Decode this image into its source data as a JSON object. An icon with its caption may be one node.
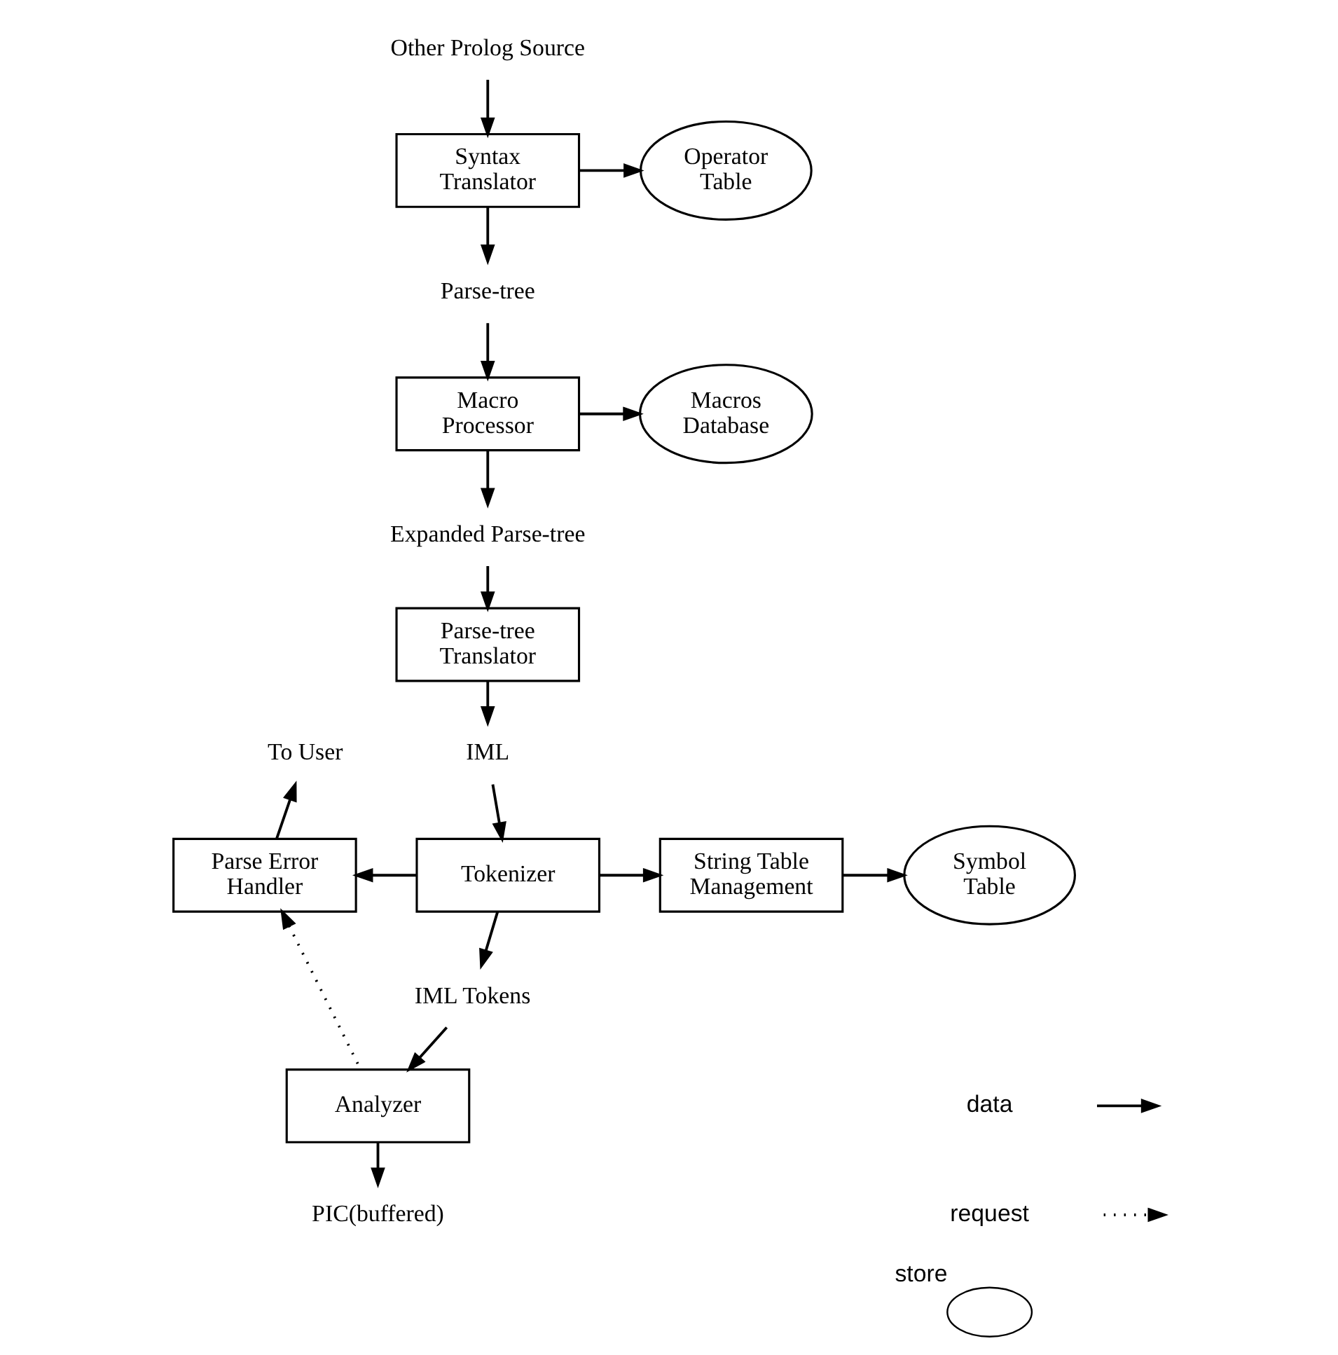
{
  "diagram": {
    "nodes": [
      {
        "text": [
          "Other Prolog Source"
        ]
      },
      {
        "text": [
          "Syntax Translator"
        ]
      },
      {
        "text": [
          "Operator Table"
        ]
      },
      {
        "text": [
          "Parse-tree"
        ]
      },
      {
        "text": [
          "Macro Processor"
        ]
      },
      {
        "text": [
          "Macros Database"
        ]
      },
      {
        "text": [
          "Expanded Parse-tree"
        ]
      },
      {
        "text": [
          "Parse-tree Translator"
        ]
      },
      {
        "text": [
          "IML"
        ]
      },
      {
        "text": [
          "To User"
        ]
      },
      {
        "text": [
          "Parse Error Handler"
        ]
      },
      {
        "text": [
          "Tokenizer"
        ]
      },
      {
        "text": [
          "String Table Management"
        ]
      },
      {
        "text": [
          "Symbol Table"
        ]
      },
      {
        "text": [
          "IML Tokens"
        ]
      },
      {
        "text": [
          "Analyzer"
        ]
      },
      {
        "text": [
          "PIC(buffered)"
        ]
      }
    ],
    "edges": [
      {
        "from": 0,
        "to": 1,
        "arrow": "to"
      },
      {
        "from": 1,
        "to": 2,
        "arrow": "to"
      },
      {
        "from": 1,
        "to": 3,
        "arrow": "to"
      },
      {
        "from": 3,
        "to": 4,
        "arrow": "to"
      },
      {
        "from": 4,
        "to": 5,
        "arrow": "to"
      },
      {
        "from": 4,
        "to": 6,
        "arrow": "to"
      },
      {
        "from": 6,
        "to": 7,
        "arrow": "to"
      },
      {
        "from": 7,
        "to": 8,
        "arrow": "to"
      },
      {
        "from": 8,
        "to": 11,
        "arrow": "to"
      },
      {
        "from": 11,
        "to": 10,
        "arrow": "to"
      },
      {
        "from": 10,
        "to": 9,
        "arrow": "to"
      },
      {
        "from": 11,
        "to": 12,
        "arrow": "to"
      },
      {
        "from": 12,
        "to": 13,
        "arrow": "to"
      },
      {
        "from": 11,
        "to": 14,
        "arrow": "to"
      },
      {
        "from": 14,
        "to": 15,
        "arrow": "to"
      },
      {
        "from": 15,
        "to": 10,
        "arrow": "to",
        "style": "dashed"
      },
      {
        "from": 15,
        "to": 16,
        "arrow": "to"
      }
    ],
    "legend": [
      {
        "text": "data"
      },
      {
        "text": "request"
      },
      {
        "text": "store"
      }
    ]
  }
}
